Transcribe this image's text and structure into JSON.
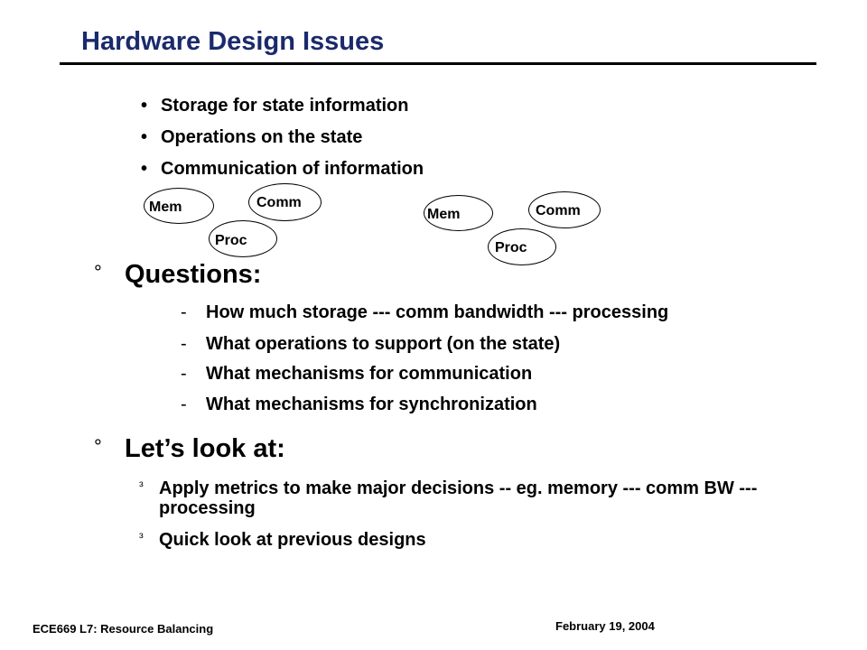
{
  "slide": {
    "title": "Hardware Design Issues",
    "bullets": [
      {
        "marker": "•",
        "text": "Storage for state information"
      },
      {
        "marker": "•",
        "text": "Operations on the state"
      },
      {
        "marker": "•",
        "text": "Communication of information"
      }
    ],
    "diagram_left": {
      "mem": "Mem",
      "comm": "Comm",
      "proc": "Proc"
    },
    "diagram_right": {
      "mem": "Mem",
      "comm": "Comm",
      "proc": "Proc"
    },
    "questions": {
      "marker": "°",
      "heading": "Questions:",
      "items": [
        {
          "marker": "-",
          "text": "How much storage --- comm bandwidth --- processing"
        },
        {
          "marker": "-",
          "text": "What operations to support (on the state)"
        },
        {
          "marker": "-",
          "text": "What mechanisms for communication"
        },
        {
          "marker": "-",
          "text": "What mechanisms for synchronization"
        }
      ]
    },
    "lets_look": {
      "marker": "°",
      "heading": "Let’s look at:",
      "items": [
        {
          "marker": "³",
          "text": "Apply metrics to make major decisions  -- eg. memory --- comm BW --- processing"
        },
        {
          "marker": "³",
          "text": "Quick look at previous designs"
        }
      ]
    },
    "footer": {
      "left": "ECE669  L7: Resource Balancing",
      "right": "February 19, 2004"
    }
  }
}
